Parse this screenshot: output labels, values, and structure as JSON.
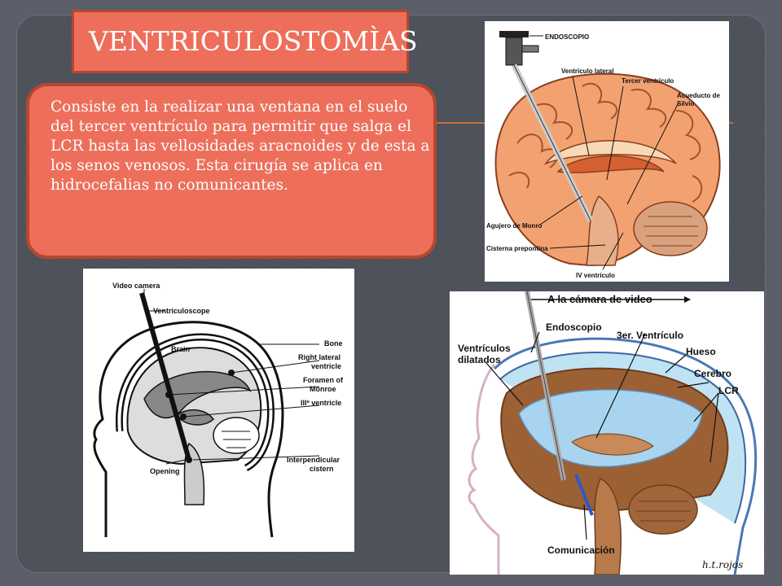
{
  "title": "VENTRICULOSTOMÌAS",
  "description": "Consiste en la realizar una ventana en el suelo del tercer  ventrículo para permitir que salga el LCR hasta las vellosidades aracnoides y de esta a los  senos venosos. Esta cirugía se aplica en hidrocefalias no comunicantes.",
  "colors": {
    "accent": "#ed6f5b",
    "accent_border": "#b5472f",
    "background": "#4b5059",
    "rule": "#c2703e"
  },
  "figure_top_right": {
    "labels": {
      "endoscopio": "ENDOSCOPIO",
      "ventriculo_lateral": "Ventrículo lateral",
      "tercer_ventriculo": "Tercer ventrículo",
      "acueducto_de": "Acueducto de",
      "silvio": "Silvio",
      "agujero_monro": "Agujero de Monro",
      "cisterna_prepontina": "Cisterna prepontina",
      "iv_ventriculo": "IV ventrículo"
    }
  },
  "figure_bottom_left": {
    "labels": {
      "video_camera": "Video camera",
      "ventriculoscope": "Ventriculoscope",
      "brain": "Brain",
      "bone": "Bone",
      "right_lateral": "Right lateral",
      "ventricle": "ventricle",
      "foramen_of": "Foramen of",
      "monroe": "Monroe",
      "third_ventricle": "IIIº ventricle",
      "opening": "Opening",
      "interpendicular": "Interpendicular",
      "cistern": "cistern"
    }
  },
  "figure_bottom_right": {
    "labels": {
      "camara": "A la cámara de video",
      "endoscopio": "Endoscopio",
      "tercer_ventriculo": "3er. Ventrículo",
      "ventriculos": "Ventrículos",
      "dilatados": "dilatados",
      "hueso": "Hueso",
      "cerebro": "Cerebro",
      "lcr": "LCR",
      "comunicacion": "Comunicación",
      "signature": "h.t.rojos"
    }
  }
}
